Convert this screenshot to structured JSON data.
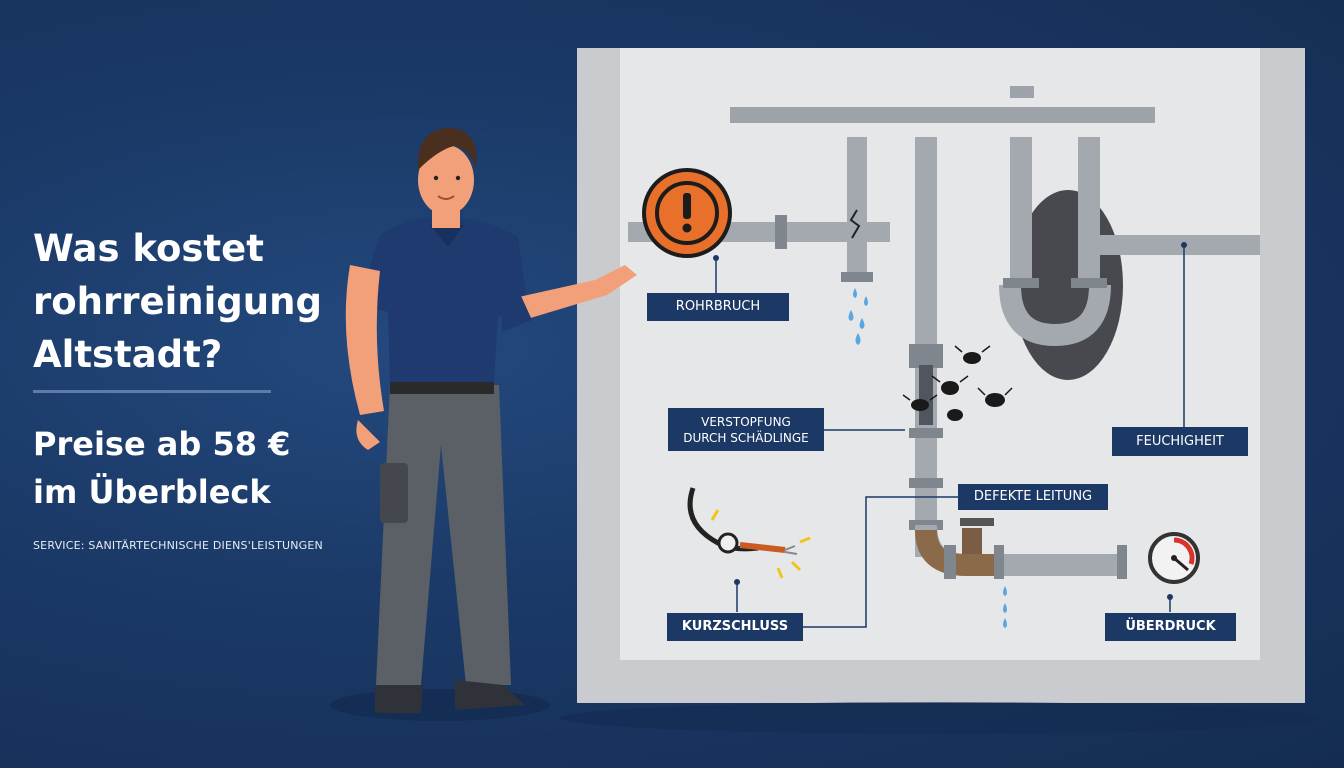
{
  "headline": {
    "line1": "Was kostet",
    "line2": "rohrreinigung",
    "line3": "Altstadt?"
  },
  "subheadline": {
    "line1": "Preise ab 58 €",
    "line2": "im Überbleck"
  },
  "service_line": "SERVICE: SANITÄRTECHNISCHE DIENS'LEISTUNGEN",
  "labels": {
    "rohrbruch": "ROHRBRUCH",
    "verstopfung_line1": "VERSTOPFUNG",
    "verstopfung_line2": "DURCH SCHÄDLINGE",
    "feuchtigkeit": "FEUCHIGHEIT",
    "defekte_leitung": "DEFEKTE LEITUNG",
    "kurzschluss": "KURZSCHLUSS",
    "ueberdruck": "ÜBERDRUCK"
  },
  "icons": [
    "warning-icon",
    "water-drop-icon",
    "pest-bug-icon",
    "pressure-gauge-icon",
    "electric-cable-icon",
    "valve-icon"
  ],
  "colors": {
    "background": "#1b3a68",
    "label_box": "#1c3865",
    "warning": "#e8702a",
    "pipe": "#9aa0a8",
    "board": "#e6e7e9"
  }
}
